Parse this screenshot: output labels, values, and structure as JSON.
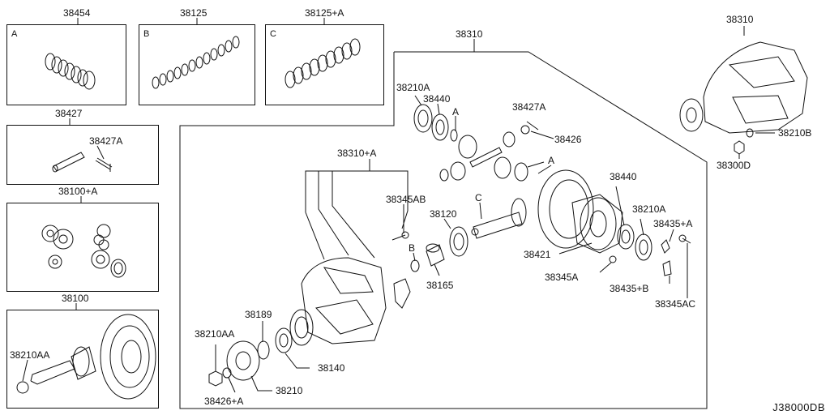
{
  "diagram_ref": "J38000DB",
  "boxes": {
    "spring_a": {
      "part": "38454",
      "letter": "A"
    },
    "spring_b": {
      "part": "38125",
      "letter": "B"
    },
    "spring_c": {
      "part": "38125+A",
      "letter": "C"
    },
    "pinion_shaft": {
      "part": "38427",
      "inner_part": "38427A"
    },
    "gear_set": {
      "part": "38100+A"
    },
    "final_gear": {
      "part": "38100",
      "inner_part": "38210AA"
    }
  },
  "main": {
    "assembly_top": "38310",
    "assembly_right": "38310",
    "carrier_sub": "38310+A",
    "parts": {
      "p38210A_top": "38210A",
      "p38440_top": "38440",
      "letter_a1": "A",
      "p38427A": "38427A",
      "p38426": "38426",
      "letter_a2": "A",
      "p38345AB": "38345AB",
      "p38120": "38120",
      "letter_c": "C",
      "letter_b": "B",
      "p38165": "38165",
      "p38440_right": "38440",
      "p38210A_right": "38210A",
      "p38435A": "38435+A",
      "p38421": "38421",
      "p38345A": "38345A",
      "p38435B": "38435+B",
      "p38345AC": "38345AC",
      "p38189": "38189",
      "p38210AA": "38210AA",
      "p38140": "38140",
      "p38210": "38210",
      "p38426A": "38426+A",
      "p38210B": "38210B",
      "p38300D": "38300D"
    }
  }
}
